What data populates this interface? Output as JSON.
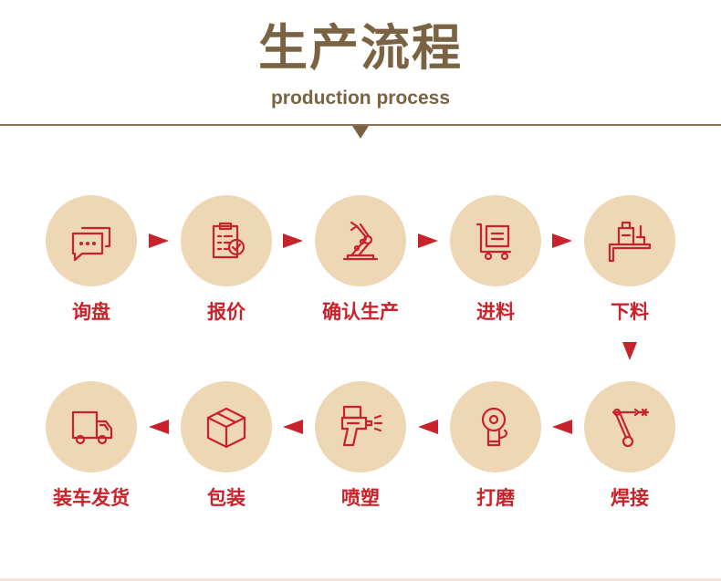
{
  "header": {
    "title": "生产流程",
    "subtitle": "production process"
  },
  "steps": [
    {
      "label": "询盘",
      "icon": "chat-icon"
    },
    {
      "label": "报价",
      "icon": "clipboard-check-icon"
    },
    {
      "label": "确认生产",
      "icon": "robot-arm-icon"
    },
    {
      "label": "进料",
      "icon": "cart-icon"
    },
    {
      "label": "下料",
      "icon": "cutting-machine-icon"
    },
    {
      "label": "焊接",
      "icon": "welding-arm-icon"
    },
    {
      "label": "打磨",
      "icon": "grinder-icon"
    },
    {
      "label": "喷塑",
      "icon": "spray-gun-icon"
    },
    {
      "label": "包装",
      "icon": "box-icon"
    },
    {
      "label": "装车发货",
      "icon": "truck-icon"
    }
  ],
  "colors": {
    "title": "#7a6342",
    "circle": "#edd7b4",
    "accent": "#c8232a"
  }
}
